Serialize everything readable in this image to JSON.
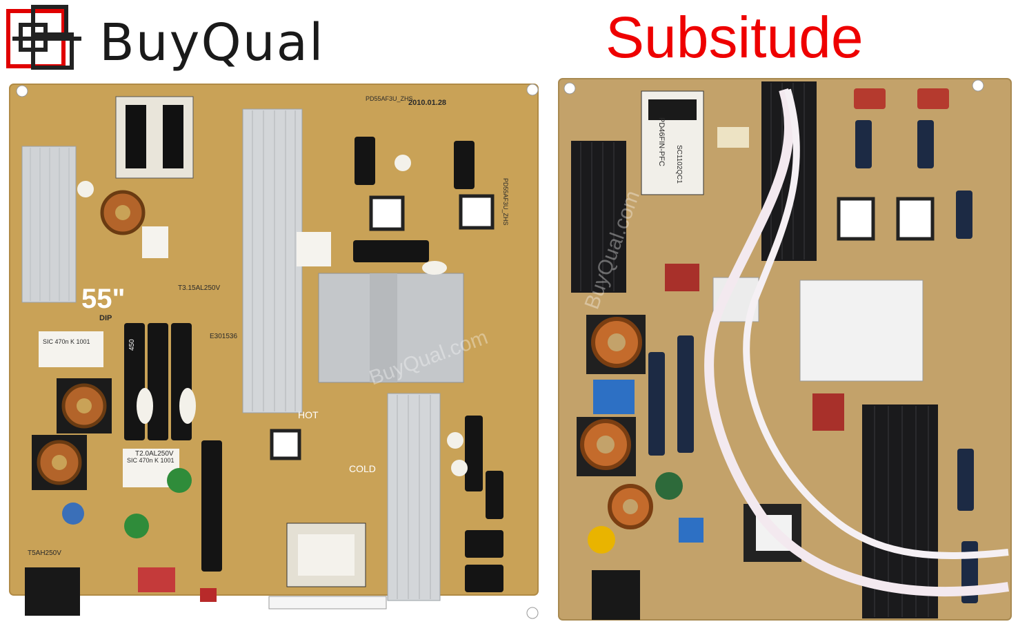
{
  "header": {
    "brand": "BuyQual",
    "heading": "Subsitude"
  },
  "left_board": {
    "model": "PD55AF3U_ZHS",
    "date": "2010.01.28",
    "size_label": "55\"",
    "dip_label": "DIP",
    "hot_label": "HOT",
    "cold_label": "COLD",
    "fuse_label_1": "T3.15AL250V",
    "fuse_label_2": "T2.0AL250V",
    "fuse_label_3": "T5AH250V",
    "cap_label_1": "SIC 470n K 1001",
    "cap_label_2": "SIC 470n K 1001",
    "cap_value": "450",
    "ul_code": "E301536",
    "side_label": "PD55AF3U_ZHS",
    "watermark": "BuyQual.com"
  },
  "right_board": {
    "model": "PD46FIN-PFC",
    "transformer_label": "SC1102QC1",
    "watermark": "BuyQual.com"
  },
  "colors": {
    "brand_red": "#ee0000",
    "pcb": "#c7a15a",
    "pcb_dark": "#a9823f",
    "heatsink": "#cfd2d6",
    "black_heatsink": "#1b1b1d"
  }
}
